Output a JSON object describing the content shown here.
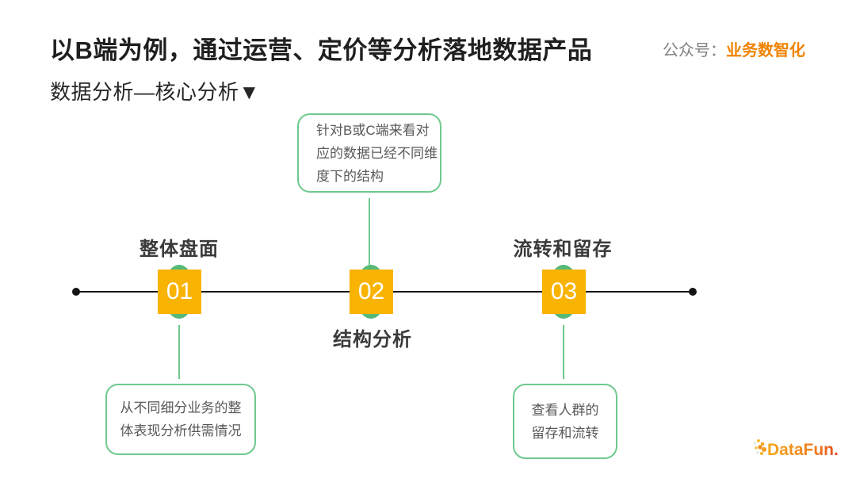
{
  "header": {
    "title": "以B端为例，通过运营、定价等分析落地数据产品",
    "subtitle": "数据分析—核心分析▼",
    "account_label": "公众号：",
    "account_name": "业务数智化"
  },
  "timeline": {
    "nodes": [
      {
        "number": "01",
        "label": "整体盘面",
        "label_position": "above"
      },
      {
        "number": "02",
        "label": "结构分析",
        "label_position": "below"
      },
      {
        "number": "03",
        "label": "流转和留存",
        "label_position": "above"
      }
    ]
  },
  "callouts": {
    "top": {
      "attached_to": "02",
      "lines": [
        "针对B或C端来看对",
        "应的数据已经不同维",
        "度下的结构"
      ]
    },
    "bottom_left": {
      "attached_to": "01",
      "lines": [
        "从不同细分业务的整",
        "体表现分析供需情况"
      ]
    },
    "bottom_right": {
      "attached_to": "03",
      "lines": [
        "查看人群的",
        "留存和流转"
      ]
    }
  },
  "footer": {
    "logo_text": "DataFun."
  },
  "colors": {
    "node_fill": "#F9B303",
    "node_halo_green": "#57B977",
    "callout_green": "#6EC98E",
    "accent_orange": "#F08300",
    "timeline_black": "#141414",
    "body_text_gray": "#595959",
    "logo_gradient_start": "#F6A81C",
    "logo_gradient_end": "#E34B1E"
  }
}
